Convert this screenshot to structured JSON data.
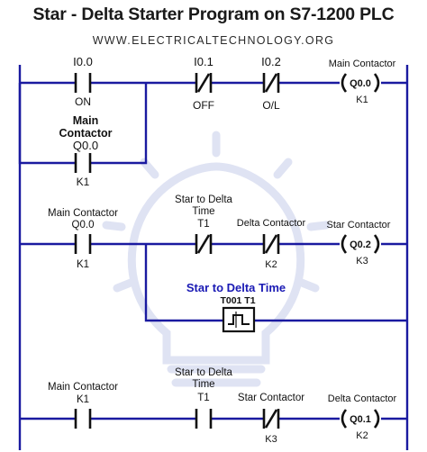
{
  "header": {
    "title": "Star - Delta Starter Program on S7-1200 PLC",
    "url": "WWW.ELECTRICALTECHNOLOGY.ORG"
  },
  "colors": {
    "rail": "#1a1aa0",
    "contact": "#111111",
    "timer_title": "#1a1ab4"
  },
  "rung1": {
    "i00_addr": "I0.0",
    "i00_label": "ON",
    "i01_addr": "I0.1",
    "i01_label": "OFF",
    "i02_addr": "I0.2",
    "i02_label": "O/L",
    "coil_title": "Main Contactor",
    "coil_addr": "Q0.0",
    "coil_label": "K1",
    "hold_name_1": "Main",
    "hold_name_2": "Contactor",
    "hold_addr": "Q0.0",
    "hold_label": "K1"
  },
  "rung2": {
    "no_name": "Main Contactor",
    "no_addr": "Q0.0",
    "no_label": "K1",
    "t_name_1": "Star to Delta",
    "t_name_2": "Time",
    "t_addr": "T1",
    "k2_name": "Delta Contactor",
    "k2_label": "K2",
    "coil_title": "Star Contactor",
    "coil_addr": "Q0.2",
    "coil_label": "K3",
    "timer_title": "Star to Delta Time",
    "timer_id": "T001 T1"
  },
  "rung3": {
    "no_name": "Main Contactor",
    "no_addr": "K1",
    "t_name_1": "Star to Delta",
    "t_name_2": "Time",
    "t_addr": "T1",
    "nc_name": "Star Contactor",
    "nc_label": "K3",
    "coil_title": "Delta Contactor",
    "coil_addr": "Q0.1",
    "coil_label": "K2"
  }
}
